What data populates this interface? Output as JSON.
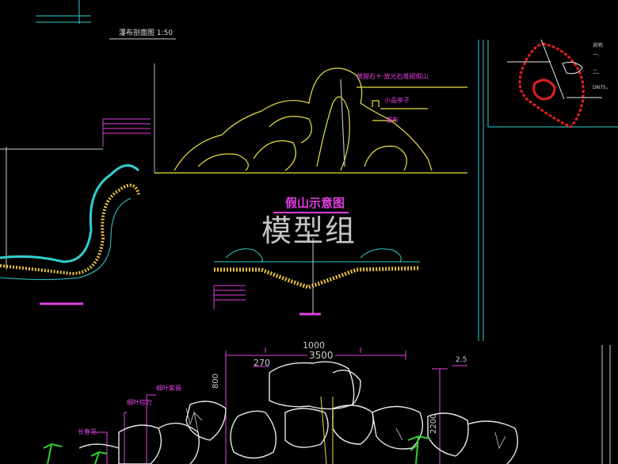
{
  "drawing": {
    "section_title": "瀑布剖面图 1:50",
    "rockery_title": "假山示意图",
    "watermark": "模型组",
    "upper_labels": [
      "黄腊石十·放光石堆砌假山",
      "小品亭子",
      "瀑布"
    ],
    "lower_labels": [
      "细叶紫薇",
      "细叶棕竹",
      "长春花"
    ],
    "dimensions": {
      "overall": "3500",
      "top": "1000",
      "small": "270",
      "height_left": "800",
      "height_right": "2200",
      "level": "2.5"
    },
    "plan_note_title": "说明:",
    "plan_note_lines": [
      "一、",
      "二、",
      "DN75。"
    ],
    "colors": {
      "yellow": "#e8e040",
      "magenta": "#e040e0",
      "cyan": "#30d0d0",
      "red": "#e02020",
      "white": "#e8e8e8",
      "green": "#30d030"
    }
  }
}
